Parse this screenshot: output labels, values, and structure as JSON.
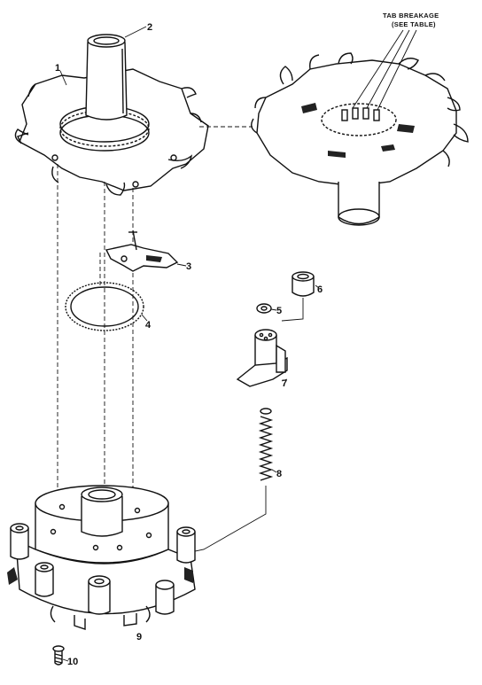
{
  "callouts": {
    "tab_breakage_line1": "TAB BREAKAGE",
    "tab_breakage_line2": "(SEE TABLE)",
    "p1": "1",
    "p2": "2",
    "p3": "3",
    "p4": "4",
    "p5": "5",
    "p6": "6",
    "p7": "7",
    "p8": "8",
    "p9": "9",
    "p10": "10"
  }
}
